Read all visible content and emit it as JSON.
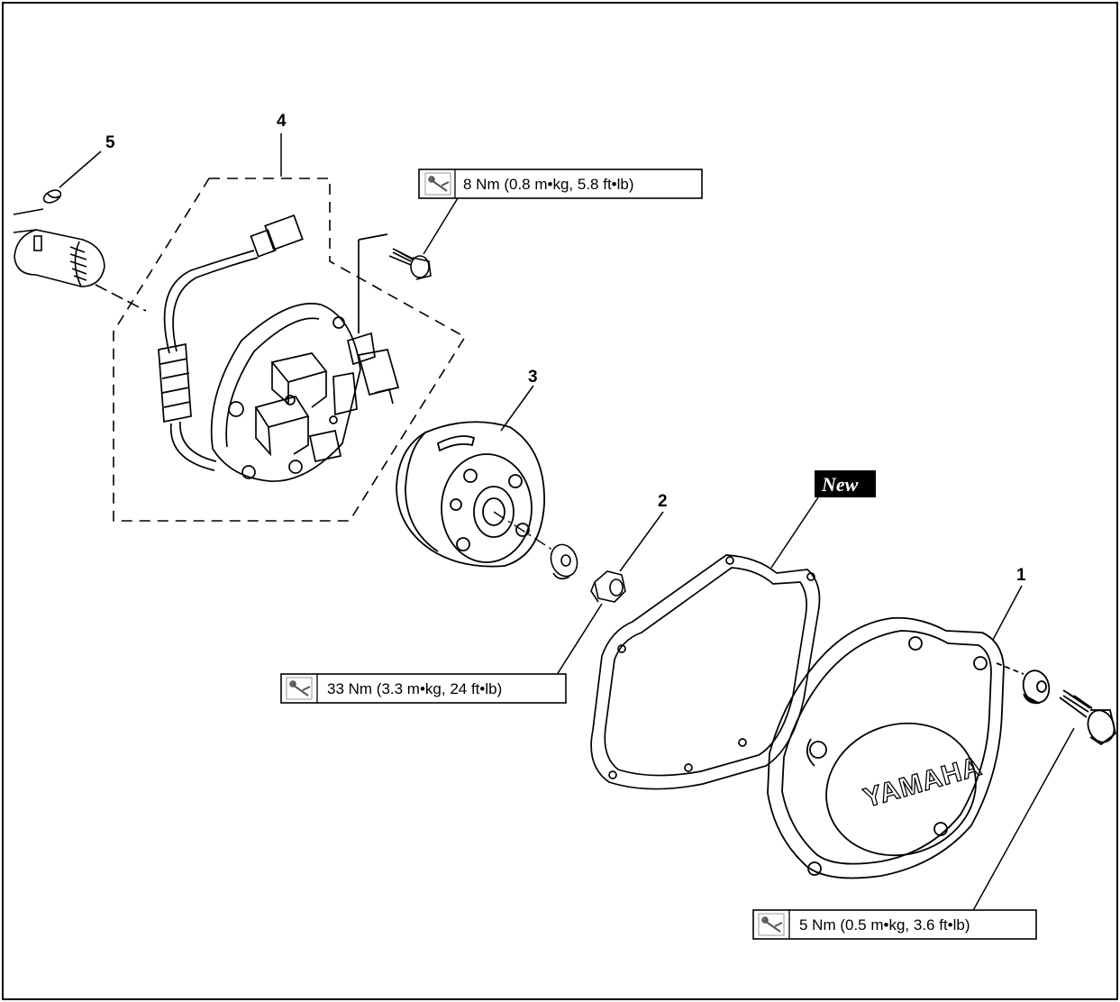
{
  "callouts": {
    "part1": "1",
    "part2": "2",
    "part3": "3",
    "part4": "4",
    "part5": "5"
  },
  "new_badge": "New",
  "logo_text": "YAMAHA",
  "torque": {
    "stator_bolt": "8 Nm (0.8 m•kg, 5.8 ft•lb)",
    "rotor_nut": "33 Nm (3.3 m•kg, 24 ft•lb)",
    "cover_bolt": "5 Nm (0.5 m•kg, 3.6 ft•lb)"
  },
  "icons": {
    "torque": "torque-wrench-icon"
  }
}
